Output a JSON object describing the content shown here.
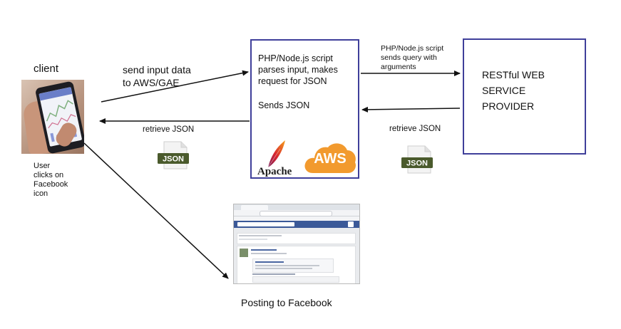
{
  "client": {
    "title": "client",
    "caption": "User\nclicks on\nFacebook\nicon"
  },
  "arrows": {
    "send_input": "send input data\nto AWS/GAE",
    "retrieve_left": "retrieve JSON",
    "query": "PHP/Node.js script\nsends query with\narguments",
    "retrieve_right": "retrieve JSON"
  },
  "processor": {
    "description": "PHP/Node.js script\nparses input, makes\nrequest for JSON",
    "sends": "Sends JSON",
    "apache_logo": "Apache",
    "aws_logo": "AWS"
  },
  "service": {
    "title": "RESTful WEB\nSERVICE\nPROVIDER"
  },
  "json_icon_text": "JSON",
  "facebook": {
    "caption": "Posting to Facebook"
  },
  "colors": {
    "box_border": "#3f3f9a",
    "aws_orange": "#f29a2e",
    "json_green": "#4a5a2c",
    "facebook_blue": "#3b5998"
  }
}
